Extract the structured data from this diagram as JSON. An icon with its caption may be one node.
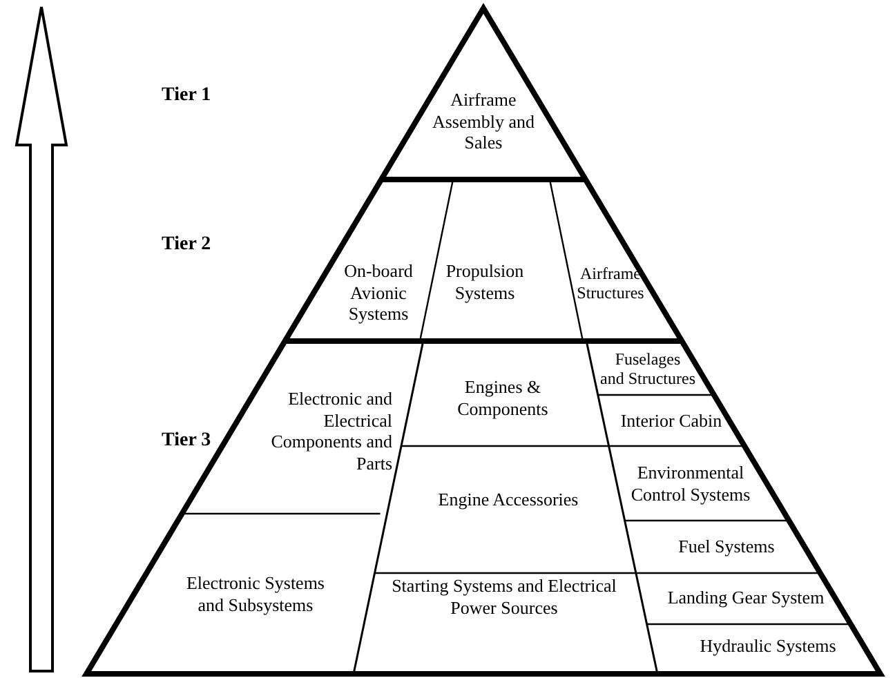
{
  "diagram": {
    "nodes": [
      {
        "text": [
          "Airframe Assembly and Sales"
        ]
      },
      {
        "text": [
          "On-board Avionic Systems"
        ]
      },
      {
        "text": [
          "Propulsion Systems"
        ]
      },
      {
        "text": [
          "Airframe Structures"
        ]
      },
      {
        "text": [
          "Electronic and Electrical Components and Parts"
        ]
      },
      {
        "text": [
          "Engines & Components"
        ]
      },
      {
        "text": [
          "Fuselages and Structures"
        ]
      },
      {
        "text": [
          "Interior Cabin"
        ]
      },
      {
        "text": [
          "Engine Accessories"
        ]
      },
      {
        "text": [
          "Environmental Control Systems"
        ]
      },
      {
        "text": [
          "Fuel Systems"
        ]
      },
      {
        "text": [
          "Electronic Systems and Subsystems"
        ]
      },
      {
        "text": [
          "Starting Systems and Electrical Power Sources"
        ]
      },
      {
        "text": [
          "Landing Gear System"
        ]
      },
      {
        "text": [
          "Hydraulic Systems"
        ]
      }
    ],
    "edges": [],
    "labels": [
      "Tier 1",
      "Tier 2",
      "Tier 3"
    ]
  }
}
